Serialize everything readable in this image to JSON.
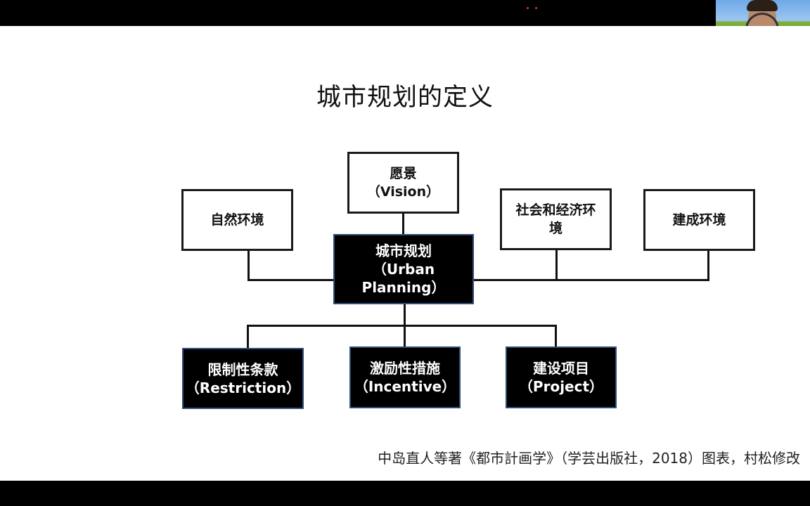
{
  "slide": {
    "title": "城市规划的定义",
    "citation": "中岛直人等著《都市計画学》（学芸出版社，2018）图表，村松修改"
  },
  "diagram": {
    "center": {
      "line1": "城市规划",
      "line2": "（Urban",
      "line3": "Planning）"
    },
    "top_nodes": [
      {
        "line1": "自然环境",
        "line2": ""
      },
      {
        "line1": "愿景",
        "line2": "（Vision）"
      },
      {
        "line1": "社会和经济环",
        "line2": "境"
      },
      {
        "line1": "建成环境",
        "line2": ""
      }
    ],
    "bottom_nodes": [
      {
        "line1": "限制性条款",
        "line2": "（Restriction）"
      },
      {
        "line1": "激励性措施",
        "line2": "（Incentive）"
      },
      {
        "line1": "建设项目",
        "line2": "（Project）"
      }
    ]
  },
  "colors": {
    "slide_background": "#ffffff",
    "frame_background": "#000000",
    "dark_box_fill": "#000000",
    "dark_box_border": "#2f4f7a"
  },
  "icons": {
    "webcam": "speaker-video-thumbnail"
  }
}
